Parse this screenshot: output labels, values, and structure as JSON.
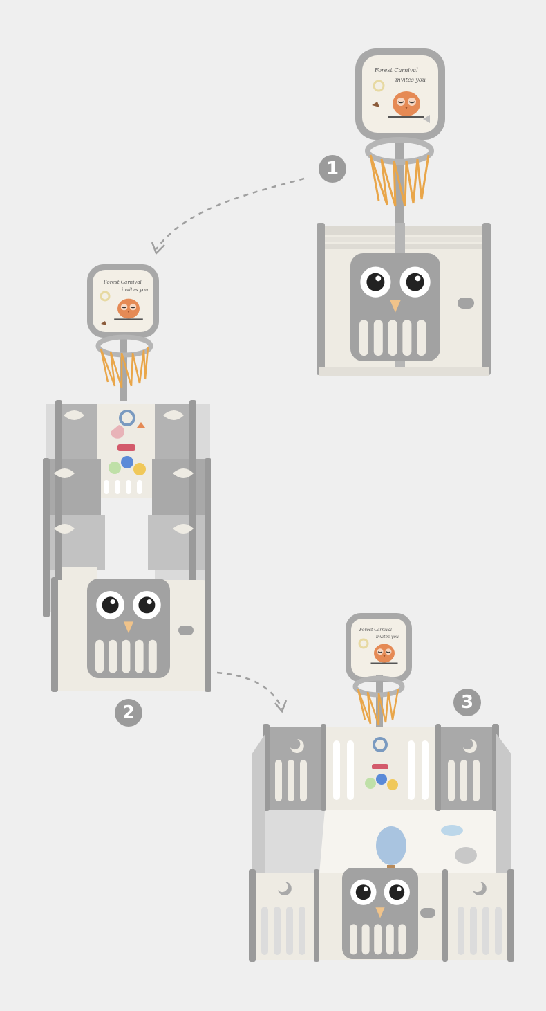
{
  "image": {
    "subject": "foldable baby playpen with basketball hoop shown in three configurations"
  },
  "backboard": {
    "line1": "Forest Carnival",
    "line2": "invites you"
  },
  "steps": [
    "1",
    "2",
    "3"
  ],
  "colors": {
    "background": "#efefef",
    "panel_cream": "#eeebe3",
    "panel_grey": "#a9a9a9",
    "owl_grey": "#9c9c9c",
    "owl_beak": "#f0c38a",
    "owl_orange": "#e58a55",
    "hoop_net": "#e9a64a",
    "badge": "#9b9b9b",
    "arrow": "#a0a0a0"
  }
}
